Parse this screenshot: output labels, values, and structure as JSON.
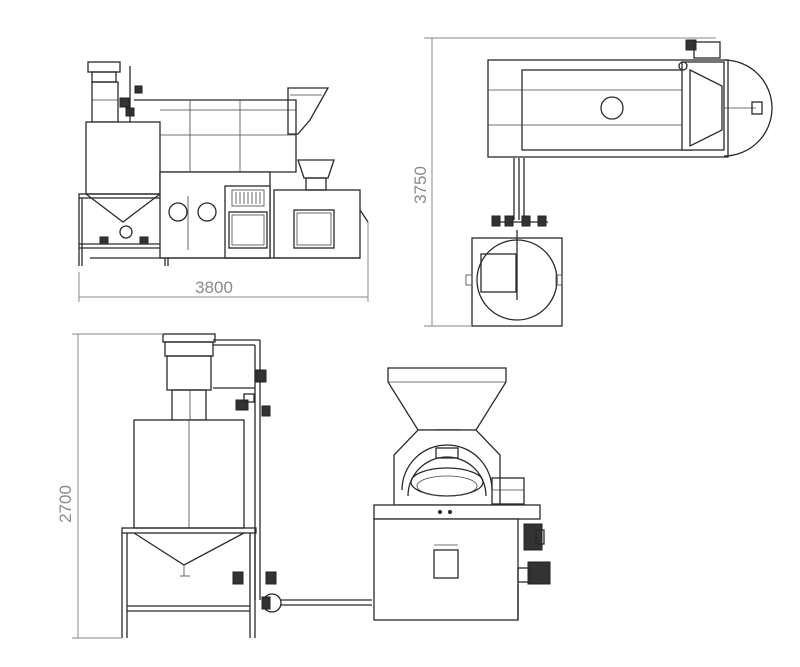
{
  "dimensions": {
    "width": "3800",
    "depth": "3750",
    "height": "2700"
  },
  "colors": {
    "line": "#2a2a2a",
    "dimension": "#8a8a8a",
    "background": "#ffffff"
  }
}
